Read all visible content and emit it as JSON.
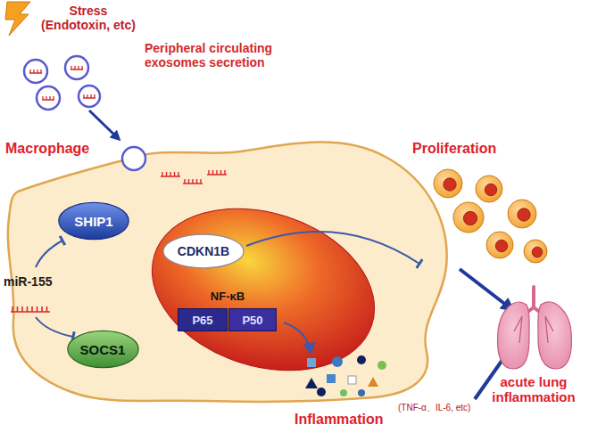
{
  "diagram": {
    "nodes": [
      {
        "text": [
          "Macrophage"
        ]
      },
      {
        "text": [
          "SHIP1"
        ],
        "in": 0
      },
      {
        "text": [
          "SOCS1"
        ],
        "in": 0
      },
      {
        "text": [
          "CDKN1B"
        ],
        "in": 0
      },
      {
        "text": [
          "NF-κB"
        ],
        "in": 0
      },
      {
        "text": [
          "P65"
        ],
        "in": 4
      },
      {
        "text": [
          "P50"
        ],
        "in": 4
      }
    ],
    "edges": [
      {
        "from": 1,
        "to": 3,
        "arrow": "to"
      },
      {
        "from": 2,
        "to": 4,
        "arrow": "to"
      }
    ],
    "labels": [
      "Stress (Endotoxin, etc)",
      "Peripheral circulating exosomes secretion",
      "miR-155",
      "Proliferation",
      "(TNF-α、IL-6, etc)",
      "Inflammation",
      "acute lung inflammation"
    ]
  }
}
